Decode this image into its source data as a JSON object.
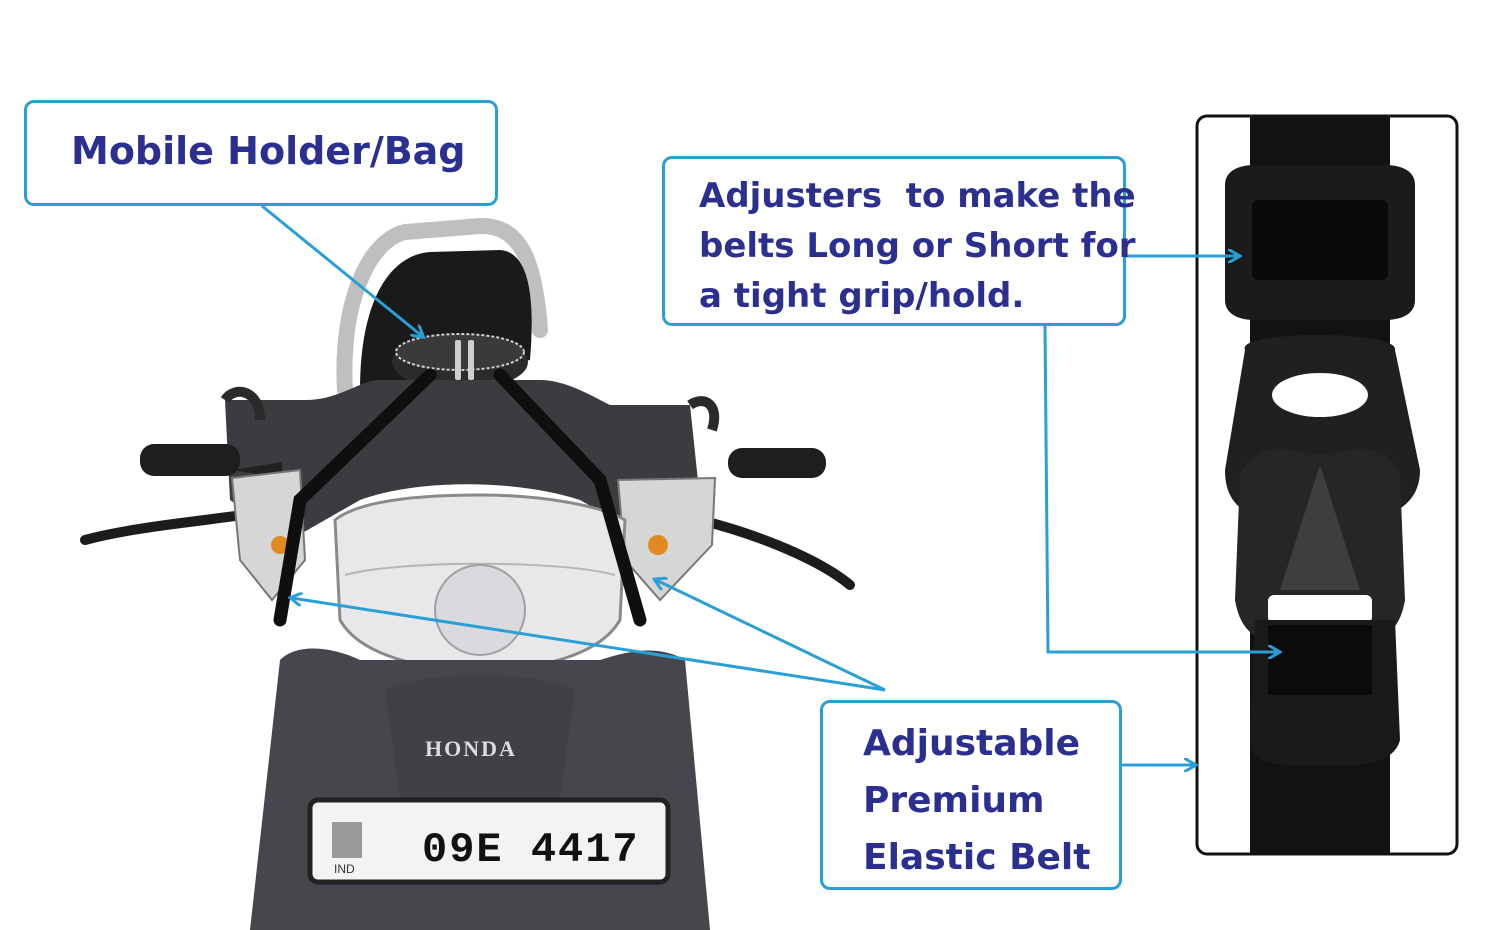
{
  "callouts": {
    "mobile_holder": {
      "text": "Mobile Holder/Bag"
    },
    "adjusters": {
      "lines": [
        "Adjusters  to make the",
        "belts Long or Short for",
        "a tight grip/hold."
      ]
    },
    "belt": {
      "lines": [
        "Adjustable",
        "Premium",
        "Elastic Belt"
      ]
    }
  },
  "scooter": {
    "brand": "HONDA",
    "plate": "09E 4417",
    "plate_country": "IND"
  },
  "colors": {
    "callout_border": "#2a9fd6",
    "callout_text": "#2b2f8f",
    "arrow": "#2a9fd6"
  }
}
